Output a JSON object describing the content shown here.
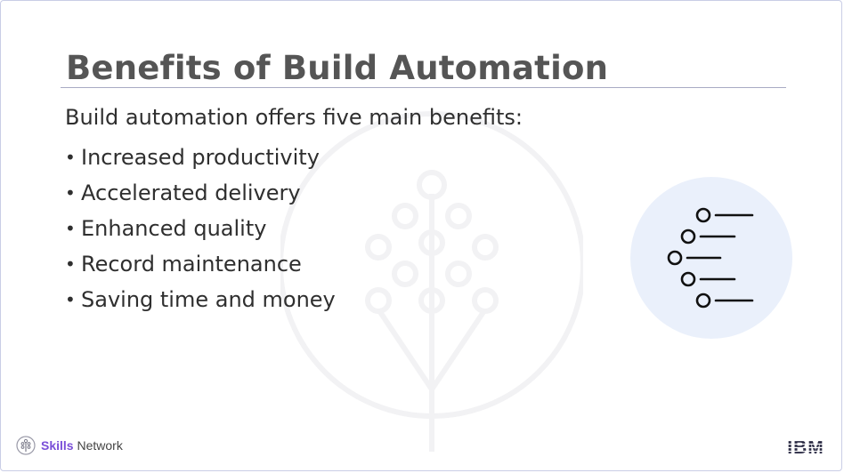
{
  "slide": {
    "title": "Benefits of Build Automation",
    "intro": "Build automation offers five main benefits:",
    "bullets": [
      "Increased productivity",
      "Accelerated delivery",
      "Enhanced quality",
      "Record maintenance",
      "Saving time and money"
    ]
  },
  "illustration": {
    "icon_name": "list-branch-icon",
    "background_icon_name": "tree-network-watermark"
  },
  "footer": {
    "brand_bold": "Skills",
    "brand_rest": "Network",
    "brand_icon_name": "skills-network-logo-icon",
    "ibm_logo_text": "IBM"
  },
  "colors": {
    "title": "#555555",
    "rule": "#a9abc4",
    "icon_circle": "#eaf0fb",
    "brand_accent": "#7a4fd8"
  }
}
